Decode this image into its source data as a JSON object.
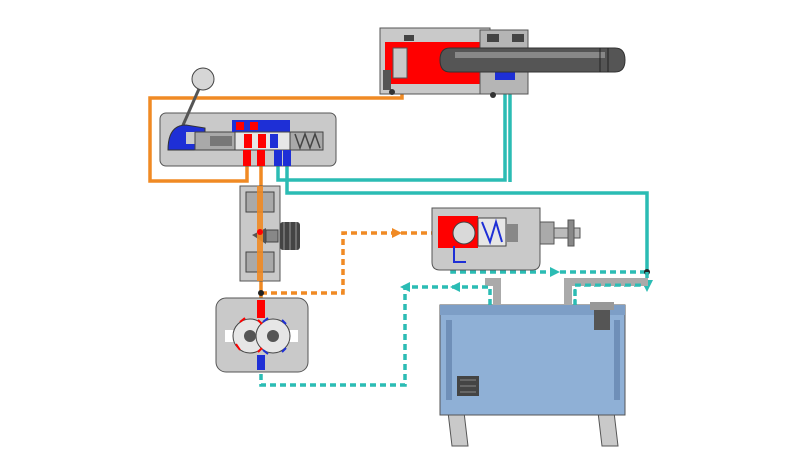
{
  "diagram": {
    "kind": "hydraulic-circuit",
    "colors": {
      "pressure_line": "#f08a24",
      "return_line": "#2bbcb4",
      "pressure_fluid": "#ff0000",
      "return_fluid": "#1e2fd6",
      "tank_fluid": "#8fb0d6",
      "body_gray": "#c9c9c9",
      "body_dark": "#6d6d6d"
    },
    "components": [
      {
        "id": "hydraulic-cylinder",
        "icon": "cylinder-icon"
      },
      {
        "id": "directional-control-valve",
        "icon": "lever-valve-icon"
      },
      {
        "id": "flow-control-valve",
        "icon": "needle-valve-icon"
      },
      {
        "id": "relief-valve",
        "icon": "relief-valve-icon"
      },
      {
        "id": "gear-pump",
        "icon": "gear-pump-icon"
      },
      {
        "id": "reservoir-tank",
        "icon": "tank-icon"
      }
    ]
  }
}
